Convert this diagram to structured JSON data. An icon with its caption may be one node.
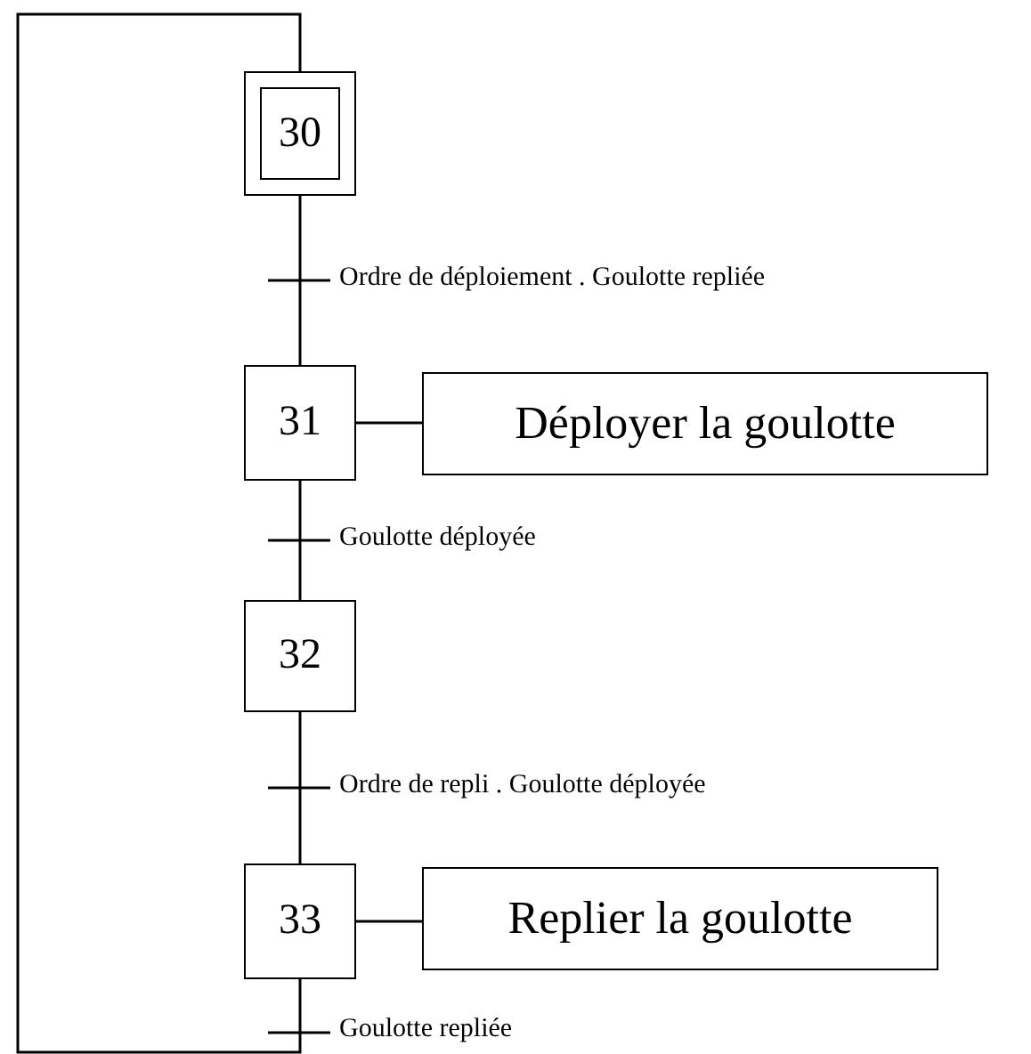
{
  "diagram": {
    "nodes": [
      {
        "text": [
          "30"
        ]
      },
      {
        "text": [
          "31"
        ]
      },
      {
        "text": [
          "Déployer la goulotte"
        ]
      },
      {
        "text": [
          "32"
        ]
      },
      {
        "text": [
          "33"
        ]
      },
      {
        "text": [
          "Replier la goulotte"
        ]
      }
    ],
    "edges": [
      {
        "from": 0,
        "to": 1,
        "arrow": "none",
        "label": "Ordre de déploiement . Goulotte repliée"
      },
      {
        "from": 1,
        "to": 2,
        "arrow": "none"
      },
      {
        "from": 1,
        "to": 3,
        "arrow": "none",
        "label": "Goulotte déployée"
      },
      {
        "from": 3,
        "to": 4,
        "arrow": "none",
        "label": "Ordre de repli . Goulotte déployée"
      },
      {
        "from": 4,
        "to": 5,
        "arrow": "none"
      },
      {
        "from": 4,
        "to": 0,
        "arrow": "none",
        "label": "Goulotte repliée"
      }
    ]
  }
}
